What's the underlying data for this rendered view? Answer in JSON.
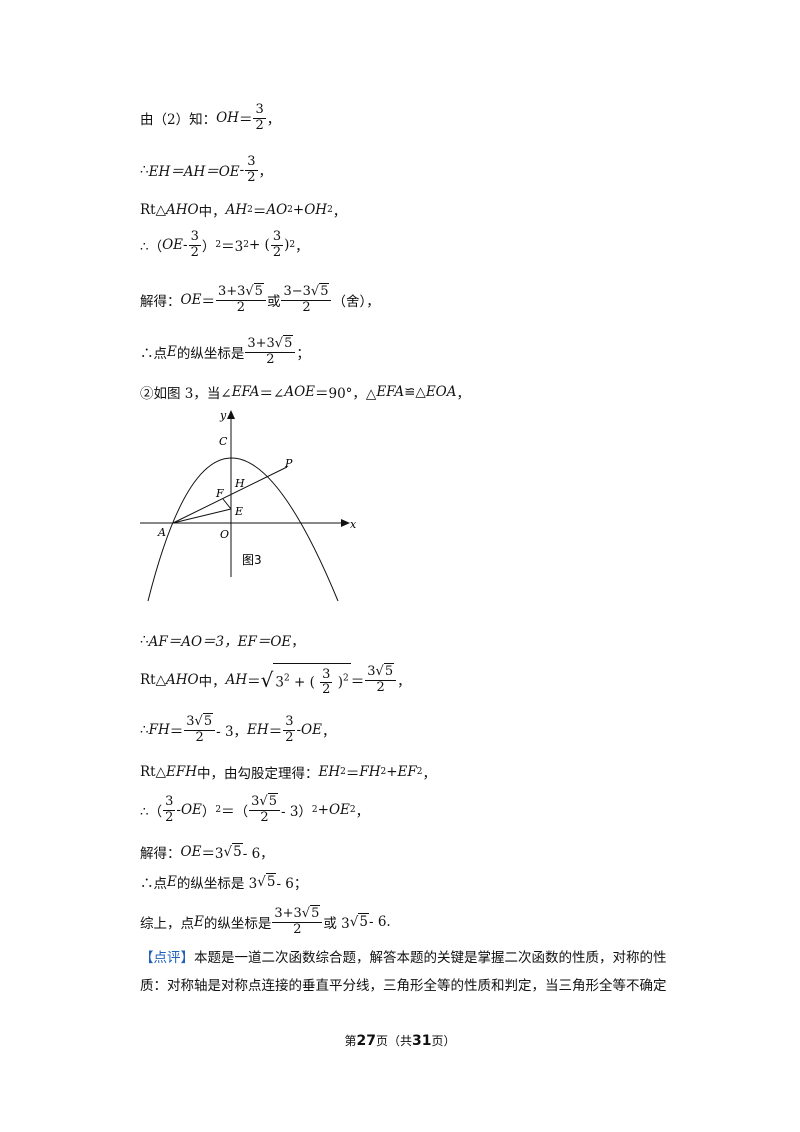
{
  "lines": {
    "l1": {
      "prefix": "由（2）知：",
      "var": "OH",
      "eq": "＝",
      "num": "3",
      "den": "2",
      "suffix": "，"
    },
    "l2": {
      "prefix": "∴",
      "expr": "EH＝AH＝OE",
      "minus": " - ",
      "num": "3",
      "den": "2",
      "suffix": "，"
    },
    "l3": {
      "prefix": "Rt△",
      "tri": "AHO",
      "mid": " 中，",
      "a": "AH",
      "eq": "＝",
      "b": "AO",
      "plus": "+",
      "c": "OH",
      "two": "2",
      "suffix": "，"
    },
    "l4": {
      "prefix": "∴（",
      "oe": "OE",
      "minus": " - ",
      "num": "3",
      "den": "2",
      "rest1": "）",
      "exp": "2",
      "eq": "＝3",
      "plus": "+ (",
      "num2": "3",
      "den2": "2",
      "rest2": ")",
      "suffix": "，"
    },
    "l5": {
      "prefix": "解得：",
      "oe": "OE",
      "eq": "＝",
      "n1": "3+3",
      "r1": "5",
      "d1": "2",
      "or": "或",
      "n2": "3−3",
      "r2": "5",
      "d2": "2",
      "suffix": "（舍），"
    },
    "l6": {
      "prefix": "∴点 ",
      "e": "E",
      "mid": " 的纵坐标是",
      "n": "3+3",
      "r": "5",
      "d": "2",
      "suffix": "；"
    },
    "l7": {
      "text1": "②如图 3，当∠",
      "efa": "EFA",
      "text2": "＝∠",
      "aoe": "AOE",
      "text3": "＝90°，△",
      "efa2": "EFA",
      "cong": "≌△",
      "eoa": "EOA",
      "suffix": "，"
    },
    "l8": {
      "prefix": "∴",
      "expr": "AF＝AO＝3，EF＝OE",
      "suffix": "，"
    },
    "l9": {
      "prefix": "Rt△",
      "tri": "AHO",
      "mid": " 中，",
      "ah": "AH",
      "eq": "＝",
      "under1": "3",
      "plus": "+ (",
      "num": "3",
      "den": "2",
      "rp": ")",
      "eq2": "＝",
      "n": "3",
      "r": "5",
      "d": "2",
      "suffix": "，"
    },
    "l10": {
      "prefix": "∴",
      "fh": "FH",
      "eq": "＝",
      "n": "3",
      "r": "5",
      "d": "2",
      "minus3": " - 3，",
      "eh": "EH",
      "eq2": "＝",
      "num": "3",
      "den": "2",
      "minus": " - ",
      "oe": "OE",
      "suffix": "，"
    },
    "l11": {
      "prefix": "Rt△",
      "tri": "EFH",
      "mid": " 中，由勾股定理得：",
      "eh": "EH",
      "eq": "＝",
      "fh": "FH",
      "plus": "+",
      "ef": "EF",
      "suffix": "，"
    },
    "l12": {
      "prefix": "∴（",
      "num": "3",
      "den": "2",
      "minus": " - ",
      "oe": "OE",
      "rp": "）",
      "eq": "＝（",
      "n": "3",
      "r": "5",
      "d": "2",
      "minus3": " - 3）",
      "plus": "+",
      "oe2": "OE",
      "suffix": "，"
    },
    "l13": {
      "prefix": "解得：",
      "oe": "OE",
      "eq": "＝3",
      "r": "5",
      "suffix": " - 6，"
    },
    "l14": {
      "prefix": "∴点 ",
      "e": "E",
      "mid": " 的纵坐标是 3",
      "r": "5",
      "suffix": " - 6；"
    },
    "l15": {
      "prefix": "综上，点 ",
      "e": "E",
      "mid": " 的纵坐标是",
      "n": "3+3",
      "r": "5",
      "d": "2",
      "or": "或 3",
      "r2": "5",
      "suffix": " - 6."
    }
  },
  "figure": {
    "labels": {
      "y": "y",
      "x": "x",
      "c": "C",
      "p": "P",
      "h": "H",
      "f": "F",
      "e": "E",
      "a": "A",
      "o": "O",
      "caption": "图3"
    }
  },
  "comment": {
    "tag": "【点评】",
    "text": "本题是一道二次函数综合题，解答本题的关键是掌握二次函数的性质，对称的性质：对称轴是对称点连接的垂直平分线，三角形全等的性质和判定，当三角形全等不确定"
  },
  "footer": {
    "pre": "第",
    "page": "27",
    "mid": "页（共",
    "total": "31",
    "post": "页）"
  }
}
